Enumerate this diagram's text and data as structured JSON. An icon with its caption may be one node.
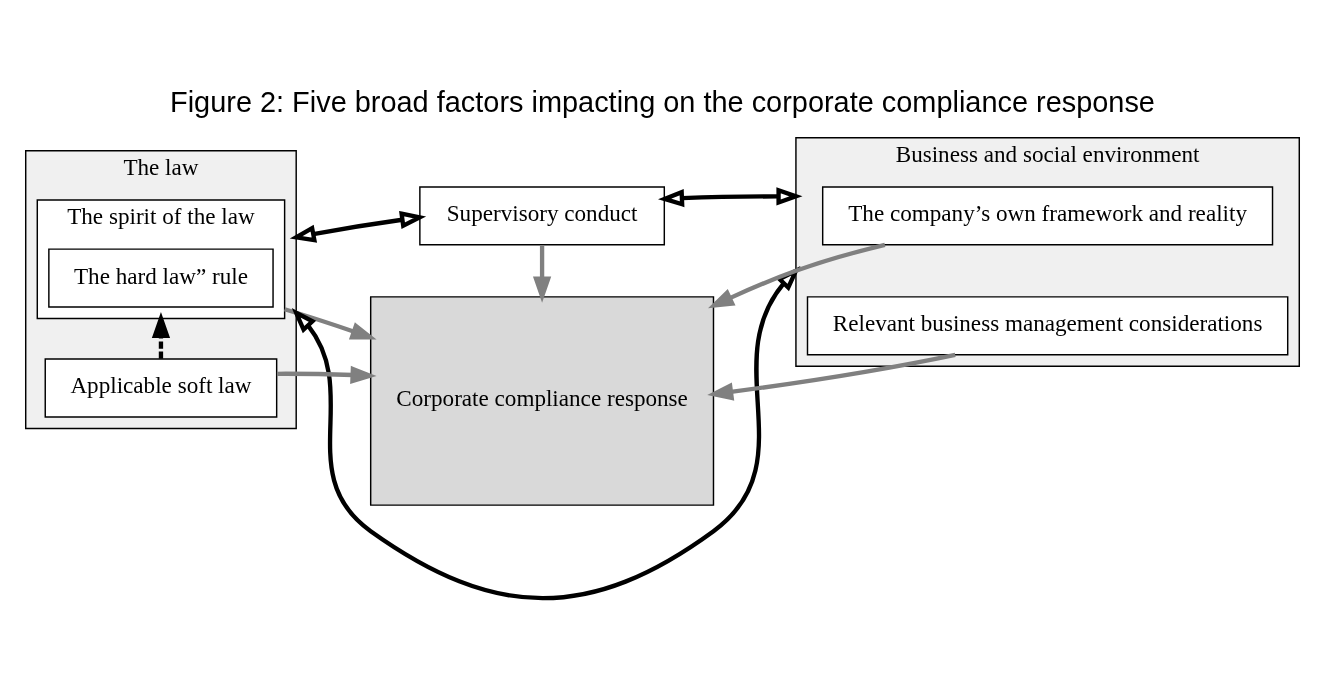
{
  "diagram": {
    "title": "Figure 2: Five broad factors impacting on the corporate compliance response",
    "nodes": [
      {
        "text": [
          "The law"
        ]
      },
      {
        "text": [
          "The spirit of the law"
        ],
        "in": 0
      },
      {
        "text": [
          "The hard law” rule"
        ],
        "in": 1
      },
      {
        "text": [
          "Applicable soft law"
        ],
        "in": 0
      },
      {
        "text": [
          "Supervisory conduct"
        ]
      },
      {
        "text": [
          "Corporate compliance response"
        ]
      },
      {
        "text": [
          "Business and social environment"
        ]
      },
      {
        "text": [
          "The company’s own framework and reality"
        ],
        "in": 6
      },
      {
        "text": [
          "Relevant business management considerations"
        ],
        "in": 6
      }
    ],
    "edges": [
      {
        "from": 3,
        "to": 1,
        "arrow": "to",
        "style": "dashed",
        "color": "#000000"
      },
      {
        "from": 0,
        "to": 4,
        "arrow": "both",
        "color": "#000000"
      },
      {
        "from": 4,
        "to": 6,
        "arrow": "both",
        "color": "#000000"
      },
      {
        "from": 4,
        "to": 5,
        "arrow": "to",
        "color": "#808080"
      },
      {
        "from": 1,
        "to": 5,
        "arrow": "to",
        "color": "#808080"
      },
      {
        "from": 3,
        "to": 5,
        "arrow": "to",
        "color": "#808080"
      },
      {
        "from": 7,
        "to": 5,
        "arrow": "to",
        "color": "#808080"
      },
      {
        "from": 8,
        "to": 5,
        "arrow": "to",
        "color": "#808080"
      },
      {
        "from": 0,
        "to": 6,
        "arrow": "both",
        "color": "#000000"
      }
    ]
  }
}
